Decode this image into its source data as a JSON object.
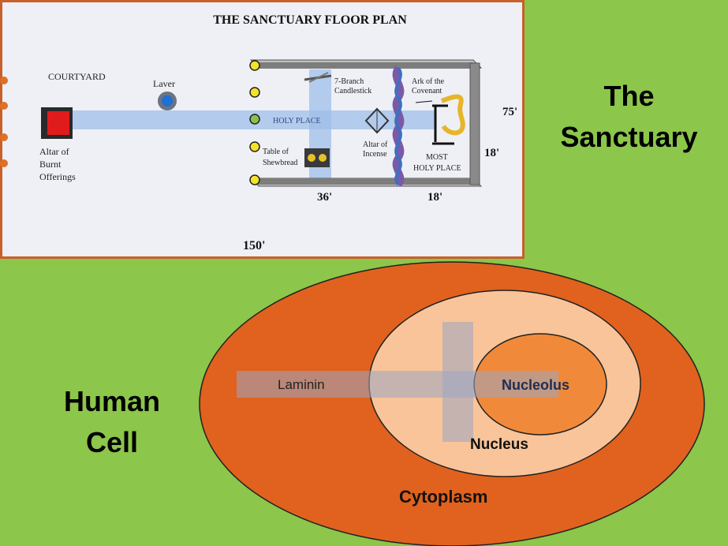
{
  "sanctuary": {
    "title_line1": "The",
    "title_line2": "Sanctuary",
    "plan": {
      "title": "THE SANCTUARY FLOOR PLAN",
      "courtyard": "COURTYARD",
      "laver": "Laver",
      "altar_line1": "Altar of",
      "altar_line2": "Burnt",
      "altar_line3": "Offerings",
      "holy_place": "HOLY PLACE",
      "candlestick_line1": "7-Branch",
      "candlestick_line2": "Candlestick",
      "ark_line1": "Ark of the",
      "ark_line2": "Covenant",
      "incense_line1": "Altar of",
      "incense_line2": "Incense",
      "most_holy_line1": "MOST",
      "most_holy_line2": "HOLY PLACE",
      "table_line1": "Table of",
      "table_line2": "Shewbread",
      "dim_75": "75'",
      "dim_18_side": "18'",
      "dim_36": "36'",
      "dim_18_bottom": "18'",
      "dim_150": "150'"
    }
  },
  "cell": {
    "title_line1": "Human",
    "title_line2": "Cell",
    "laminin": "Laminin",
    "nucleolus": "Nucleolus",
    "nucleus": "Nucleus",
    "cytoplasm": "Cytoplasm"
  },
  "colors": {
    "background": "#8cc64a",
    "cytoplasm": "#e0621e",
    "nucleus": "#f9c499",
    "nucleolus": "#f08a3a",
    "cross": "#9aa6c2",
    "plan_beam": "#9fbfe8",
    "border": "#c8602a"
  }
}
